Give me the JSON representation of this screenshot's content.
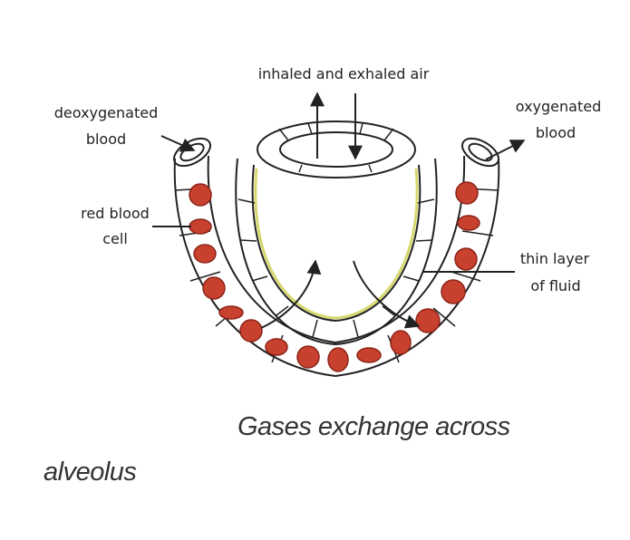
{
  "labels": {
    "air": "inhaled and exhaled air",
    "deoxy_1": "deoxygenated",
    "deoxy_2": "blood",
    "oxy_1": "oxygenated",
    "oxy_2": "blood",
    "rbc_1": "red blood",
    "rbc_2": "cell",
    "fluid_1": "thin layer",
    "fluid_2": "of fluid"
  },
  "caption": {
    "line1": "Gases exchange across",
    "line2": "alveolus"
  },
  "colors": {
    "outline": "#222222",
    "red_cell": "#c8412f",
    "red_cell_dark": "#8c2418",
    "fluid_layer": "#d8d870"
  }
}
